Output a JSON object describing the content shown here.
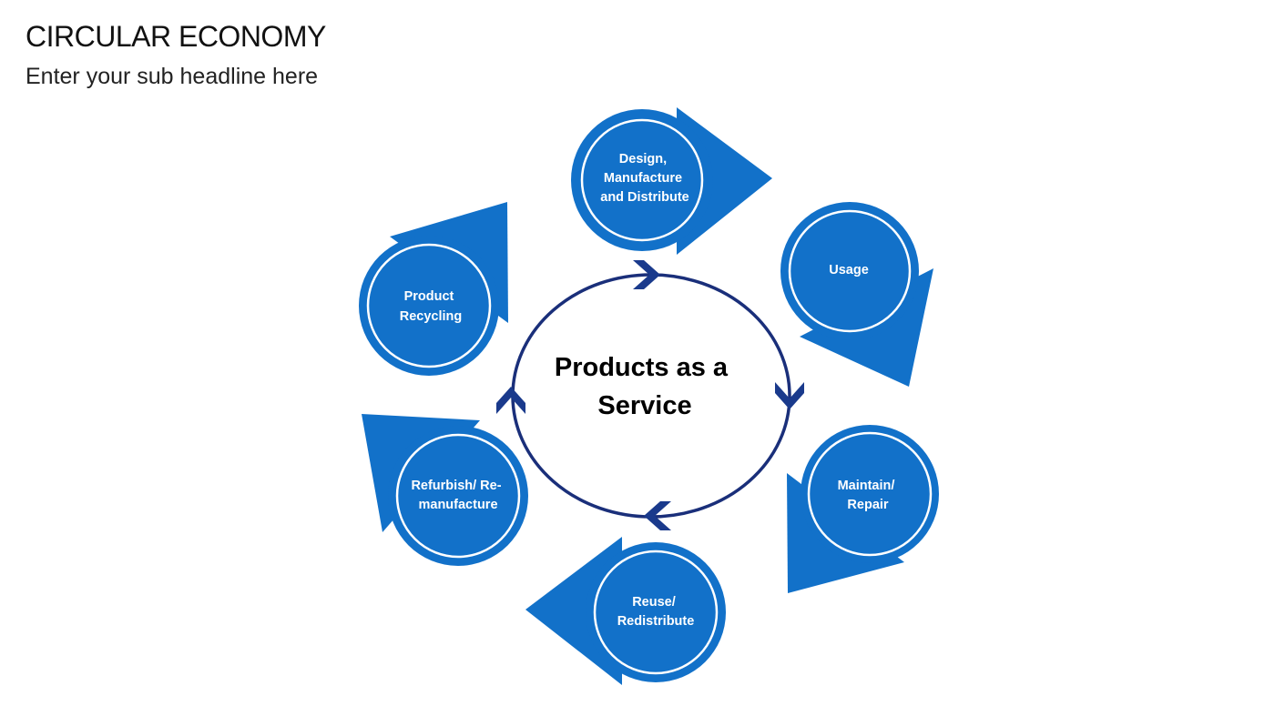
{
  "header": {
    "title": "CIRCULAR ECONOMY",
    "subtitle": "Enter your sub headline here"
  },
  "colors": {
    "node_fill": "#1271c9",
    "ring": "#1a2f7a",
    "chevron": "#1a3a8c",
    "label": "#ffffff"
  },
  "center": {
    "lines": [
      "Products as a",
      "Service"
    ]
  },
  "nodes": [
    {
      "id": "design",
      "lines": [
        "Design,",
        "Manufacture",
        "and Distribute"
      ]
    },
    {
      "id": "usage",
      "lines": [
        "Usage"
      ]
    },
    {
      "id": "maintain",
      "lines": [
        "Maintain/",
        "Repair"
      ]
    },
    {
      "id": "reuse",
      "lines": [
        "Reuse/",
        "Redistribute"
      ]
    },
    {
      "id": "refurbish",
      "lines": [
        "Refurbish/ Re-",
        "manufacture"
      ]
    },
    {
      "id": "recycling",
      "lines": [
        "Product",
        "Recycling"
      ]
    }
  ]
}
